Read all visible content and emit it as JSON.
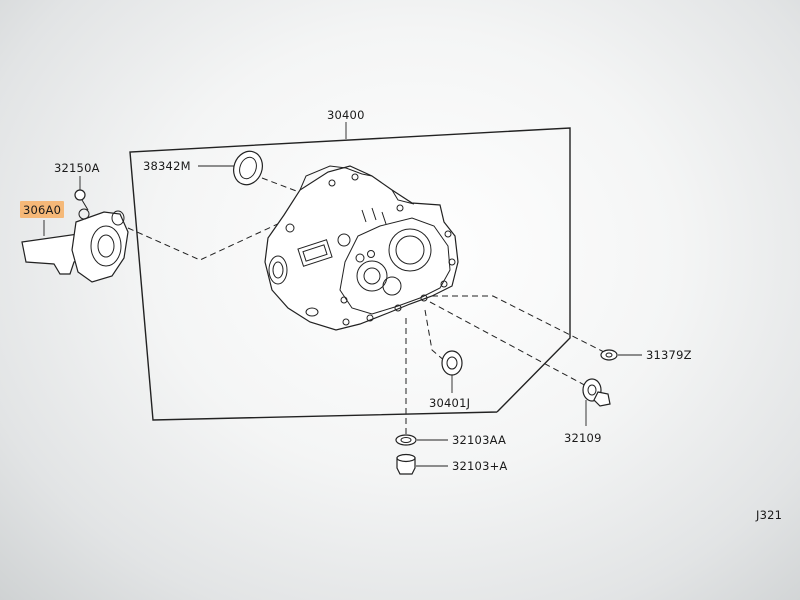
{
  "diagram": {
    "highlight_color": "#f6b26b",
    "parts": [
      {
        "key": "assembly",
        "label": "30400"
      },
      {
        "key": "seal_top",
        "label": "38342M"
      },
      {
        "key": "bolt",
        "label": "32150A"
      },
      {
        "key": "slave_cylinder",
        "label": "306A0",
        "highlighted": true
      },
      {
        "key": "seal_lower",
        "label": "30401J"
      },
      {
        "key": "washer",
        "label": "31379Z"
      },
      {
        "key": "gasket",
        "label": "32103AA"
      },
      {
        "key": "plug",
        "label": "32103+A"
      },
      {
        "key": "pin",
        "label": "32109"
      }
    ],
    "page_code": "J321"
  }
}
